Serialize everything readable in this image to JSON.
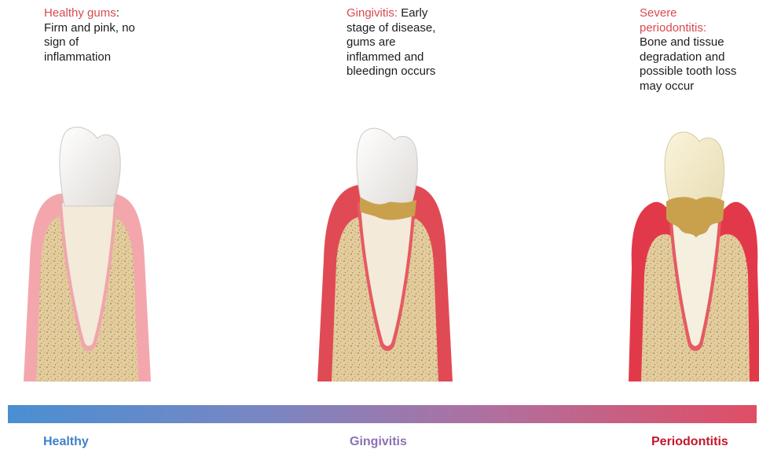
{
  "captions": {
    "healthy": {
      "highlight": "Healthy gums",
      "rest": "Firm and pink, no sign of inflammation"
    },
    "gingivitis": {
      "highlight": "Gingivitis:",
      "rest": "Early stage of disease, gums are inflammed and bleedingn occurs"
    },
    "periodontitis": {
      "highlight": "Severe periodontitis:",
      "rest": "Bone and tissue degradation and possible tooth loss may occur"
    }
  },
  "scale": {
    "labels": {
      "healthy": "Healthy",
      "gingivitis": "Gingivitis",
      "periodontitis": "Periodontitis"
    },
    "colors": {
      "healthy": "#3f82c8",
      "gingivitis": "#8a72b2",
      "periodontitis": "#c4182b"
    }
  }
}
